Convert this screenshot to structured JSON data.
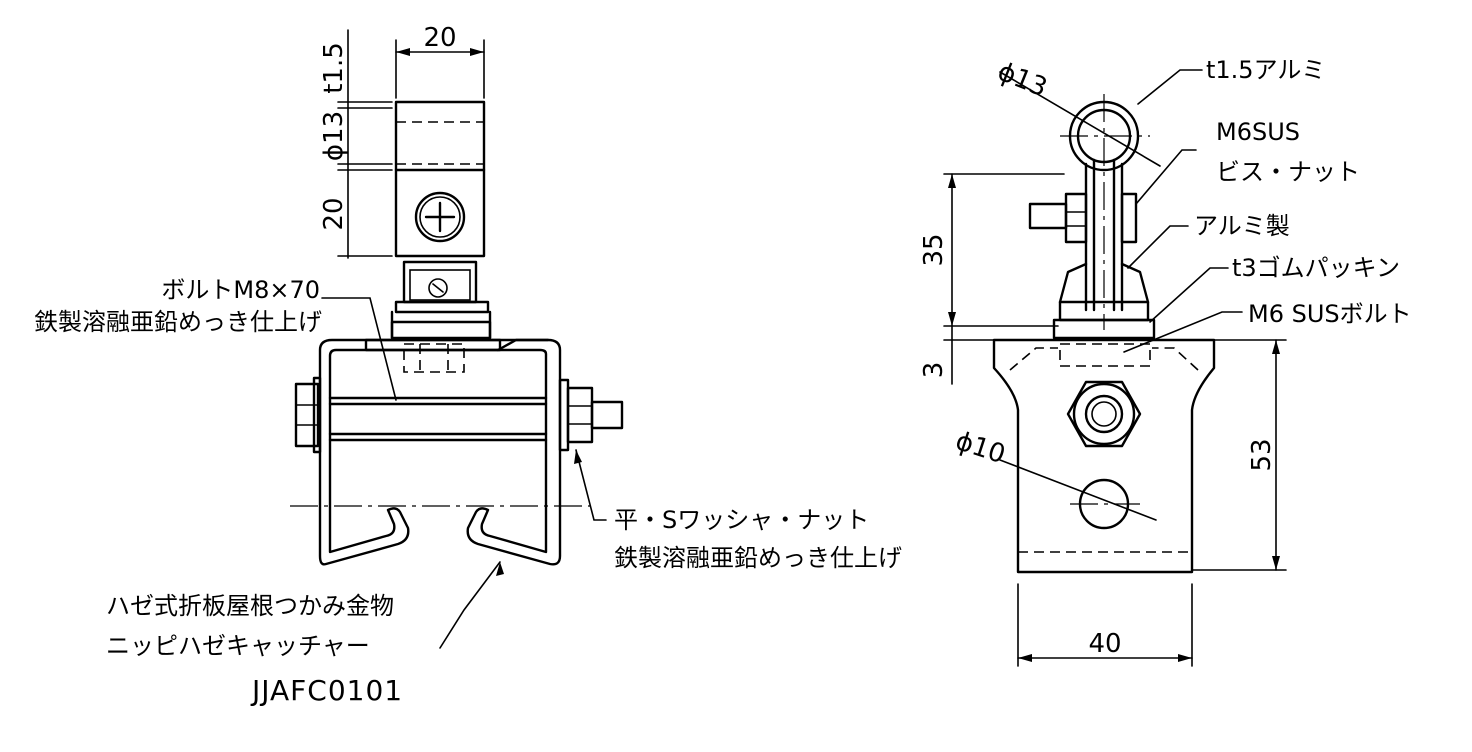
{
  "side_view": {
    "dims": {
      "width_top": "20",
      "thickness": "t1.5",
      "pipe_dia": "ϕ13",
      "clamp_height": "20"
    },
    "bolt_label_line1": "ボルトM8×70",
    "bolt_label_line2": "鉄製溶融亜鉛めっき仕上げ",
    "washer_label_line1": "平・Sワッシャ・ナット",
    "washer_label_line2": "鉄製溶融亜鉛めっき仕上げ",
    "product_line1": "ハゼ式折板屋根つかみ金物",
    "product_line2": "ニッピハゼキャッチャー",
    "product_code": "JJAFC0101"
  },
  "front_view": {
    "dims": {
      "ring_dia": "ϕ13",
      "height_35": "35",
      "height_3": "3",
      "hole_dia": "ϕ10",
      "height_53": "53",
      "width_40": "40"
    },
    "labels": {
      "alu_thickness": "t1.5アルミ",
      "screw_line1": "M6SUS",
      "screw_line2": "ビス・ナット",
      "alu_made": "アルミ製",
      "rubber": "t3ゴムパッキン",
      "bolt": "M6 SUSボルト"
    }
  }
}
